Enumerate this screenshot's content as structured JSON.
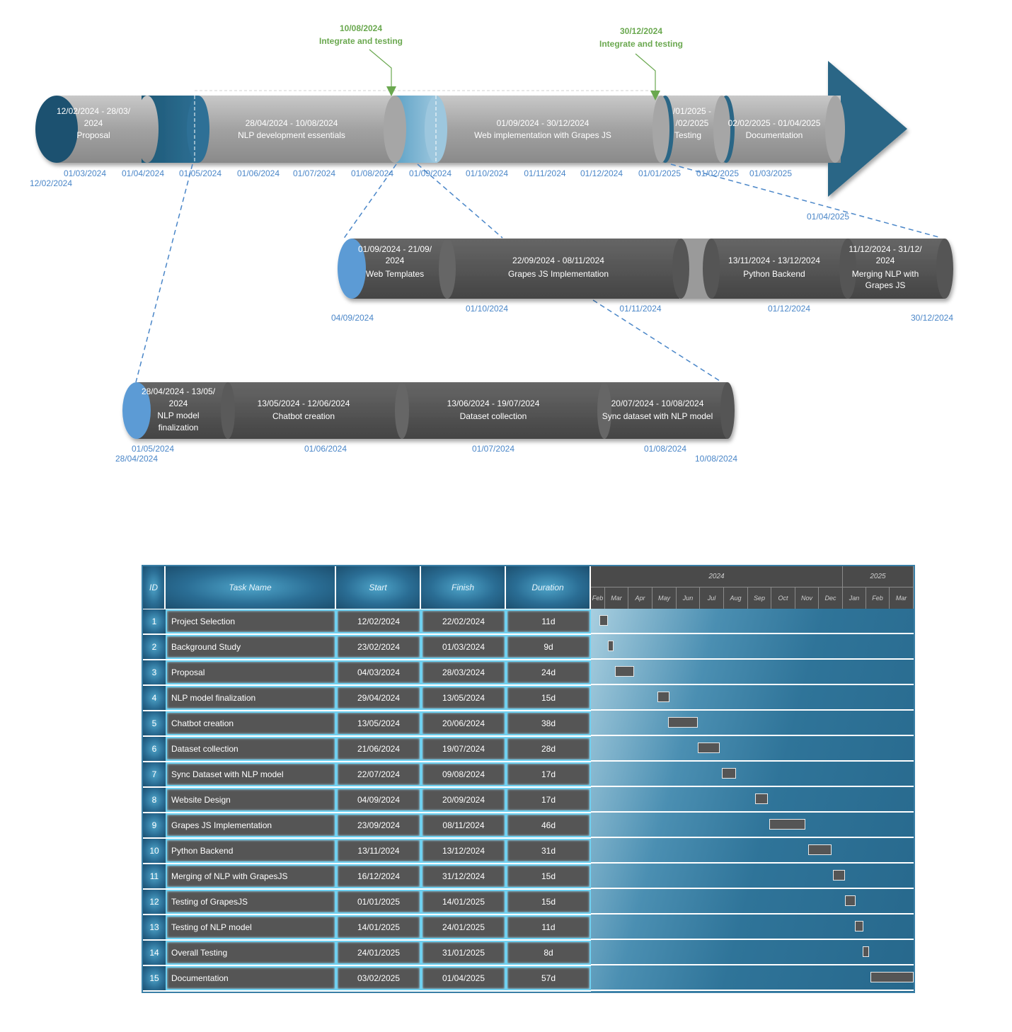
{
  "timeline": {
    "main_phases": [
      {
        "dates": "12/02/2024 - 28/03/ 2024",
        "name": "Proposal"
      },
      {
        "dates": "28/04/2024 - 10/08/2024",
        "name": "NLP development essentials"
      },
      {
        "dates": "01/09/2024 - 30/12/2024",
        "name": "Web implementation with Grapes JS"
      },
      {
        "dates": "/01/2025 - /02/2025",
        "name": "Testing"
      },
      {
        "dates": "02/02/2025 - 01/04/2025",
        "name": "Documentation"
      }
    ],
    "milestones": [
      {
        "date": "10/08/2024",
        "label": "Integrate and testing"
      },
      {
        "date": "30/12/2024",
        "label": "Integrate and testing"
      }
    ],
    "main_ticks": [
      "01/03/2024",
      "01/04/2024",
      "01/05/2024",
      "01/06/2024",
      "01/07/2024",
      "01/08/2024",
      "01/09/2024",
      "01/10/2024",
      "01/11/2024",
      "01/12/2024",
      "01/01/2025",
      "01/02/2025",
      "01/03/2025"
    ],
    "main_start": "12/02/2024",
    "main_end": "01/04/2025",
    "web_phases": [
      {
        "dates": "01/09/2024 - 21/09/ 2024",
        "name": "Web Templates"
      },
      {
        "dates": "22/09/2024 - 08/11/2024",
        "name": "Grapes JS Implementation"
      },
      {
        "dates": "13/11/2024 - 13/12/2024",
        "name": "Python Backend"
      },
      {
        "dates": "11/12/2024 - 31/12/ 2024",
        "name": "Merging NLP with Grapes JS"
      }
    ],
    "web_ticks": [
      "01/10/2024",
      "01/11/2024",
      "01/12/2024"
    ],
    "web_start": "04/09/2024",
    "web_end": "30/12/2024",
    "nlp_phases": [
      {
        "dates": "28/04/2024 - 13/05/ 2024",
        "name": "NLP  model finalization"
      },
      {
        "dates": "13/05/2024 - 12/06/2024",
        "name": "Chatbot creation"
      },
      {
        "dates": "13/06/2024 - 19/07/2024",
        "name": "Dataset collection"
      },
      {
        "dates": "20/07/2024 - 10/08/2024",
        "name": "Sync dataset with NLP model"
      }
    ],
    "nlp_ticks": [
      "01/05/2024",
      "01/06/2024",
      "01/07/2024",
      "01/08/2024"
    ],
    "nlp_start": "28/04/2024",
    "nlp_end": "10/08/2024"
  },
  "gantt": {
    "headers": {
      "id": "ID",
      "task": "Task Name",
      "start": "Start",
      "finish": "Finish",
      "duration": "Duration"
    },
    "years": [
      "2024",
      "2025"
    ],
    "months": [
      "Feb",
      "Mar",
      "Apr",
      "May",
      "Jun",
      "Jul",
      "Aug",
      "Sep",
      "Oct",
      "Nov",
      "Dec",
      "Jan",
      "Feb",
      "Mar"
    ],
    "rows": [
      {
        "id": "1",
        "task": "Project Selection",
        "start": "12/02/2024",
        "finish": "22/02/2024",
        "duration": "11d"
      },
      {
        "id": "2",
        "task": "Background Study",
        "start": "23/02/2024",
        "finish": "01/03/2024",
        "duration": "9d"
      },
      {
        "id": "3",
        "task": "Proposal",
        "start": "04/03/2024",
        "finish": "28/03/2024",
        "duration": "24d"
      },
      {
        "id": "4",
        "task": "NLP model finalization",
        "start": "29/04/2024",
        "finish": "13/05/2024",
        "duration": "15d"
      },
      {
        "id": "5",
        "task": "Chatbot creation",
        "start": "13/05/2024",
        "finish": "20/06/2024",
        "duration": "38d"
      },
      {
        "id": "6",
        "task": "Dataset collection",
        "start": "21/06/2024",
        "finish": "19/07/2024",
        "duration": "28d"
      },
      {
        "id": "7",
        "task": "Sync Dataset with NLP model",
        "start": "22/07/2024",
        "finish": "09/08/2024",
        "duration": "17d"
      },
      {
        "id": "8",
        "task": "Website Design",
        "start": "04/09/2024",
        "finish": "20/09/2024",
        "duration": "17d"
      },
      {
        "id": "9",
        "task": "Grapes JS Implementation",
        "start": "23/09/2024",
        "finish": "08/11/2024",
        "duration": "46d"
      },
      {
        "id": "10",
        "task": "Python Backend",
        "start": "13/11/2024",
        "finish": "13/12/2024",
        "duration": "31d"
      },
      {
        "id": "11",
        "task": "Merging of NLP with GrapesJS",
        "start": "16/12/2024",
        "finish": "31/12/2024",
        "duration": "15d"
      },
      {
        "id": "12",
        "task": "Testing of GrapesJS",
        "start": "01/01/2025",
        "finish": "14/01/2025",
        "duration": "15d"
      },
      {
        "id": "13",
        "task": "Testing of NLP model",
        "start": "14/01/2025",
        "finish": "24/01/2025",
        "duration": "11d"
      },
      {
        "id": "14",
        "task": "Overall Testing",
        "start": "24/01/2025",
        "finish": "31/01/2025",
        "duration": "8d"
      },
      {
        "id": "15",
        "task": "Documentation",
        "start": "03/02/2025",
        "finish": "01/04/2025",
        "duration": "57d"
      }
    ]
  },
  "colors": {
    "tick_blue": "#4a86c8",
    "milestone_green": "#6aa84f",
    "main_gray": "#a6a6a6",
    "dark_teal": "#1f5a78",
    "dark_gray": "#555555",
    "light_blue": "#5b9bd5"
  }
}
